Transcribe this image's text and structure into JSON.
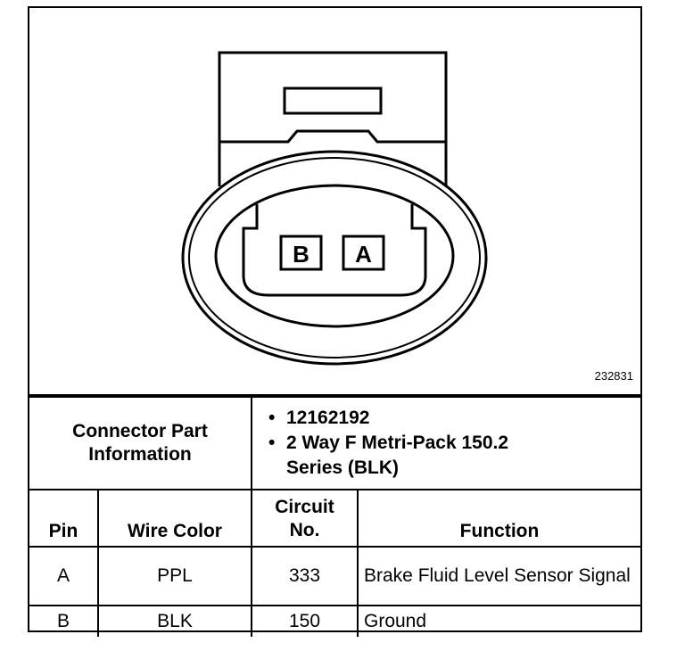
{
  "figure": {
    "number": "232831",
    "cavity_labels": [
      "B",
      "A"
    ]
  },
  "connector_info": {
    "label": "Connector Part Information",
    "items": [
      "12162192",
      "2 Way F Metri-Pack 150.2 Series (BLK)"
    ]
  },
  "table": {
    "headers": {
      "pin": "Pin",
      "wire_color": "Wire Color",
      "circuit": "Circuit No.",
      "function": "Function"
    },
    "rows": [
      {
        "pin": "A",
        "wire_color": "PPL",
        "circuit": "333",
        "function": "Brake Fluid Level Sensor Signal"
      },
      {
        "pin": "B",
        "wire_color": "BLK",
        "circuit": "150",
        "function": "Ground"
      }
    ]
  }
}
